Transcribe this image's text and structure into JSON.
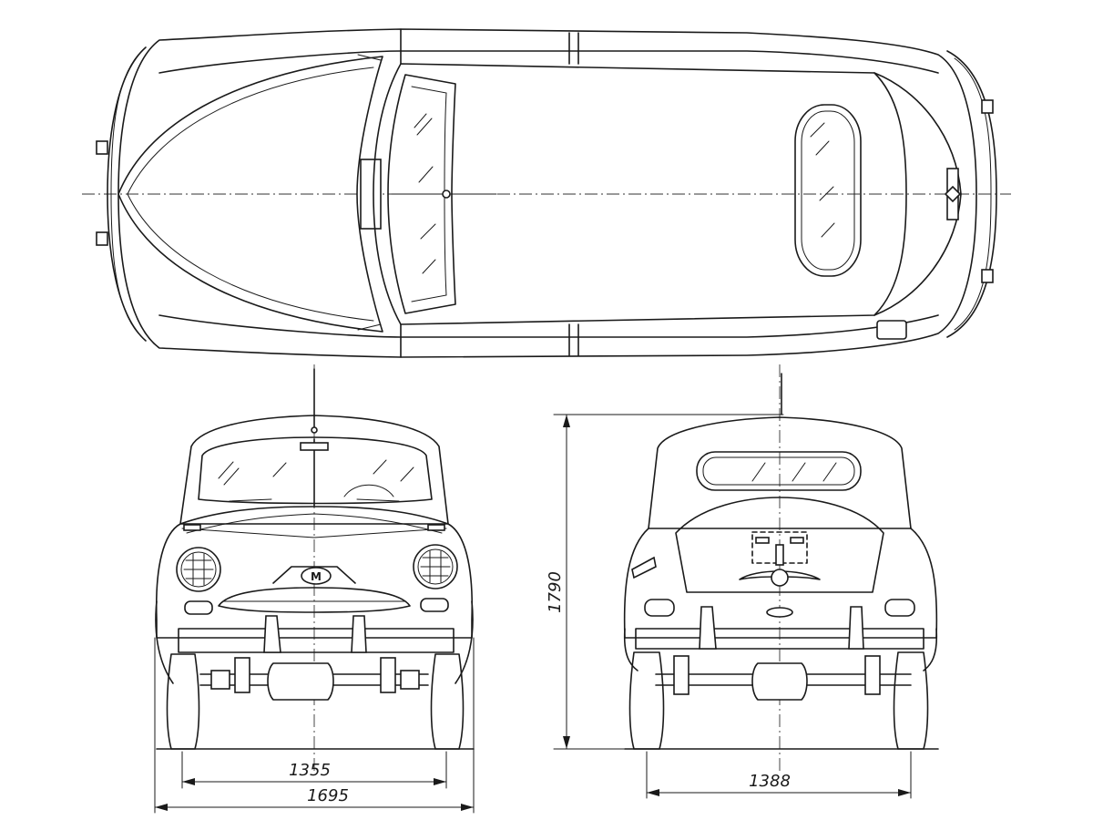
{
  "dimensions": {
    "front_track": "1355",
    "overall_width": "1695",
    "rear_track": "1388",
    "overall_height": "1790"
  },
  "front_badge": "M",
  "line_color": "#1a1a1a"
}
